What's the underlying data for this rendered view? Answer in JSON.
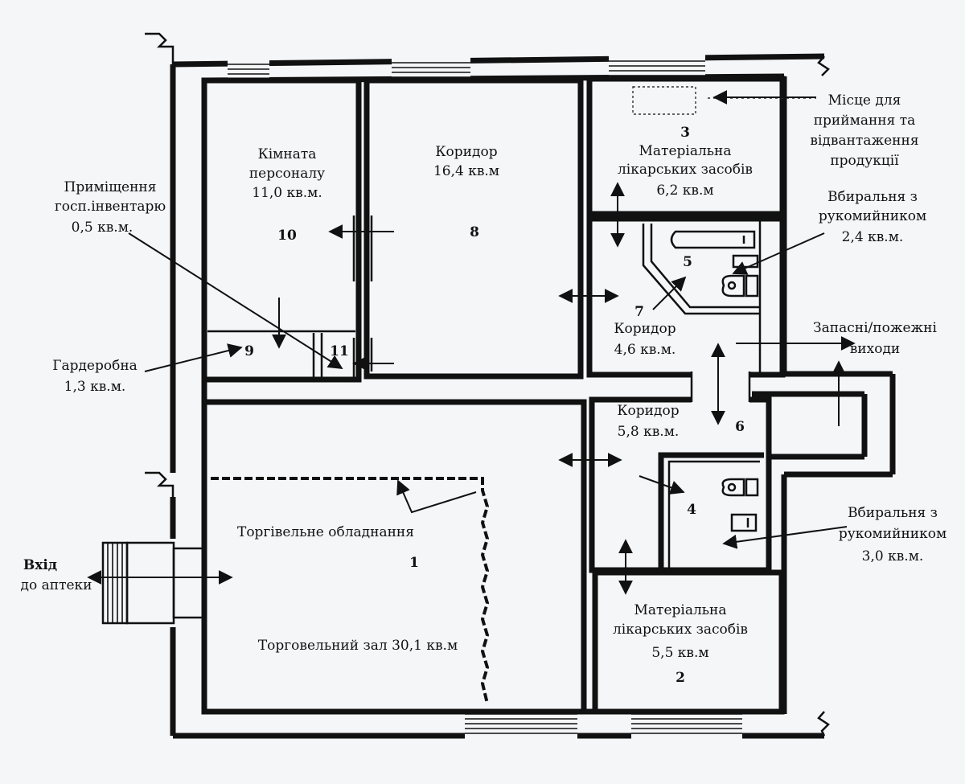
{
  "entrance": {
    "title": "Вхід",
    "subtitle": "до аптеки"
  },
  "rooms": {
    "r1": {
      "number": "1",
      "equipment": "Торгівельне обладнання",
      "label": "Торговельний зал  30,1 кв.м"
    },
    "r2": {
      "number": "2",
      "line1": "Матеріальна",
      "line2": "лікарських засобів",
      "area": "5,5 кв.м"
    },
    "r3": {
      "number": "3",
      "line1": "Матеріальна",
      "line2": "лікарських засобів",
      "area": "6,2 кв.м"
    },
    "r4": {
      "number": "4"
    },
    "r5": {
      "number": "5"
    },
    "r6": {
      "number": "6",
      "line1": "Коридор",
      "area": "5,8 кв.м."
    },
    "r7": {
      "number": "7",
      "line1": "Коридор",
      "area": "4,6 кв.м."
    },
    "r8": {
      "number": "8",
      "line1": "Коридор",
      "area": "16,4 кв.м"
    },
    "r9": {
      "number": "9"
    },
    "r10": {
      "number": "10",
      "line1": "Кімната",
      "line2": "персоналу",
      "area": "11,0 кв.м."
    },
    "r11": {
      "number": "11"
    }
  },
  "callouts": {
    "receiving": {
      "line1": "Місце для",
      "line2": "приймання та",
      "line3": "відвантаження",
      "line4": "продукції"
    },
    "wc_upper": {
      "line1": "Вбиральня з",
      "line2": "рукомийником",
      "line3": "2,4 кв.м."
    },
    "wc_lower": {
      "line1": "Вбиральня з",
      "line2": "рукомийником",
      "line3": "3,0 кв.м."
    },
    "exits": {
      "line1": "Запасні/пожежні",
      "line2": "виходи"
    },
    "inventory": {
      "line1": "Приміщення",
      "line2": "госп.інвентарю",
      "line3": "0,5 кв.м."
    },
    "wardrobe": {
      "line1": "Гардеробна",
      "line2": "1,3 кв.м."
    }
  }
}
